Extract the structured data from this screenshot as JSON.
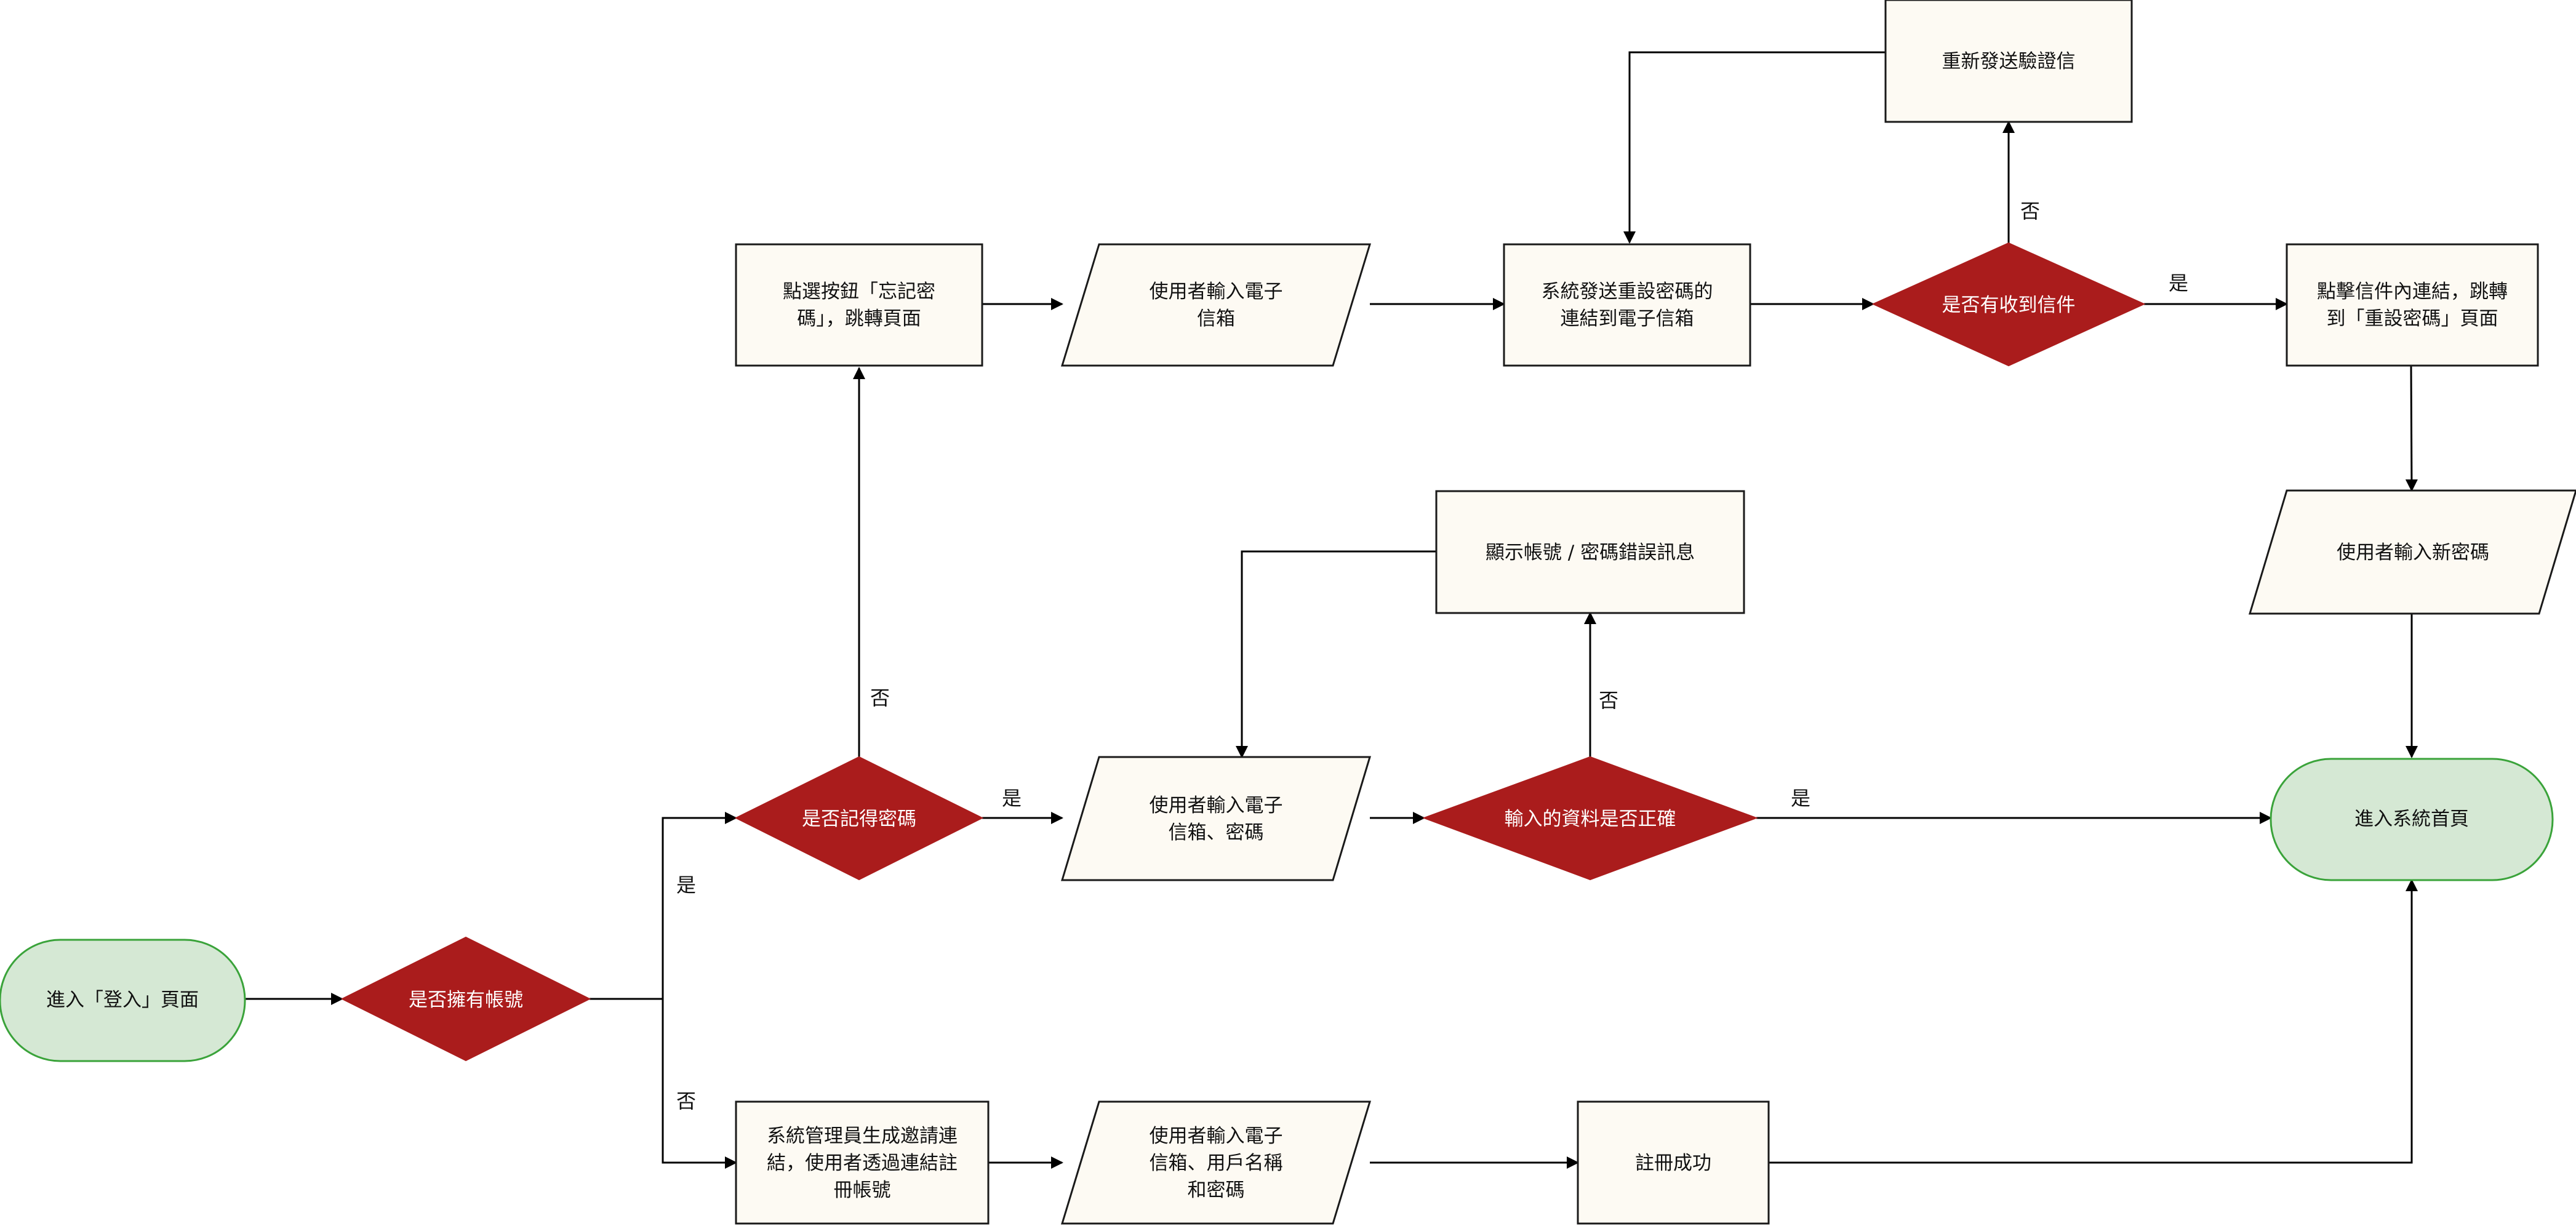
{
  "colors": {
    "terminal_fill": "#d5e8d4",
    "terminal_stroke": "#3aa33a",
    "box_fill": "#fdfaf3",
    "box_stroke": "#1a1a1a",
    "decision_fill": "#aa1c1c",
    "decision_text": "#ffffff",
    "text": "#111111",
    "edge": "#000000"
  },
  "nodes": {
    "start": {
      "shape": "terminal",
      "lines": [
        "進入「登入」頁面"
      ]
    },
    "has_account": {
      "shape": "decision",
      "lines": [
        "是否擁有帳號"
      ]
    },
    "remember_pw": {
      "shape": "decision",
      "lines": [
        "是否記得密碼"
      ]
    },
    "admin_invite": {
      "shape": "process",
      "lines": [
        "系統管理員生成邀請連",
        "結，使用者透過連結註",
        "冊帳號"
      ]
    },
    "forgot_btn": {
      "shape": "process",
      "lines": [
        "點選按鈕「忘記密",
        "碼」，跳轉頁面"
      ]
    },
    "input_email": {
      "shape": "io",
      "lines": [
        "使用者輸入電子",
        "信箱"
      ]
    },
    "send_reset": {
      "shape": "process",
      "lines": [
        "系統發送重設密碼的",
        "連結到電子信箱"
      ]
    },
    "got_mail": {
      "shape": "decision",
      "lines": [
        "是否有收到信件"
      ]
    },
    "resend": {
      "shape": "process",
      "lines": [
        "重新發送驗證信"
      ]
    },
    "click_link": {
      "shape": "process",
      "lines": [
        "點擊信件內連結，跳轉",
        "到「重設密碼」頁面"
      ]
    },
    "input_new_pw": {
      "shape": "io",
      "lines": [
        "使用者輸入新密碼"
      ]
    },
    "input_email_pw": {
      "shape": "io",
      "lines": [
        "使用者輸入電子",
        "信箱、密碼"
      ]
    },
    "correct": {
      "shape": "decision",
      "lines": [
        "輸入的資料是否正確"
      ]
    },
    "error_msg": {
      "shape": "process",
      "lines": [
        "顯示帳號 / 密碼錯誤訊息"
      ]
    },
    "home": {
      "shape": "terminal",
      "lines": [
        "進入系統首頁"
      ]
    },
    "input_register": {
      "shape": "io",
      "lines": [
        "使用者輸入電子",
        "信箱、用戶名稱",
        "和密碼"
      ]
    },
    "register_ok": {
      "shape": "process",
      "lines": [
        "註冊成功"
      ]
    }
  },
  "edge_labels": {
    "yes": "是",
    "no": "否"
  }
}
